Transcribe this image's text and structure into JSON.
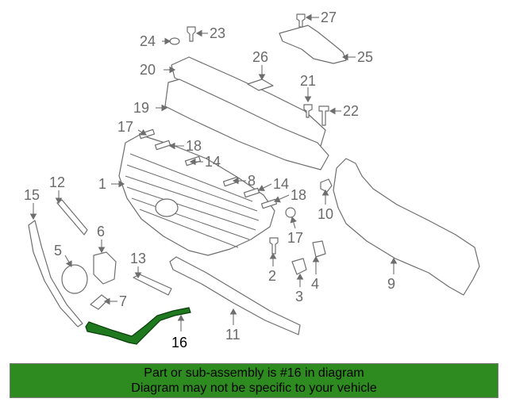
{
  "callouts": {
    "c1": "1",
    "c2": "2",
    "c3": "3",
    "c4": "4",
    "c5": "5",
    "c6": "6",
    "c7": "7",
    "c8": "8",
    "c9": "9",
    "c10": "10",
    "c11": "11",
    "c12": "12",
    "c13": "13",
    "c14a": "14",
    "c14b": "14",
    "c15": "15",
    "c16": "16",
    "c17a": "17",
    "c17b": "17",
    "c18a": "18",
    "c18b": "18",
    "c19": "19",
    "c20": "20",
    "c21": "21",
    "c22": "22",
    "c23": "23",
    "c24": "24",
    "c25": "25",
    "c26": "26",
    "c27": "27"
  },
  "banner": {
    "line1": "Part or sub-assembly is #16 in diagram",
    "line2": "Diagram may not be specific to your vehicle"
  },
  "colors": {
    "banner_bg": "#2e8b1f",
    "highlight": "#1f7a1f"
  }
}
